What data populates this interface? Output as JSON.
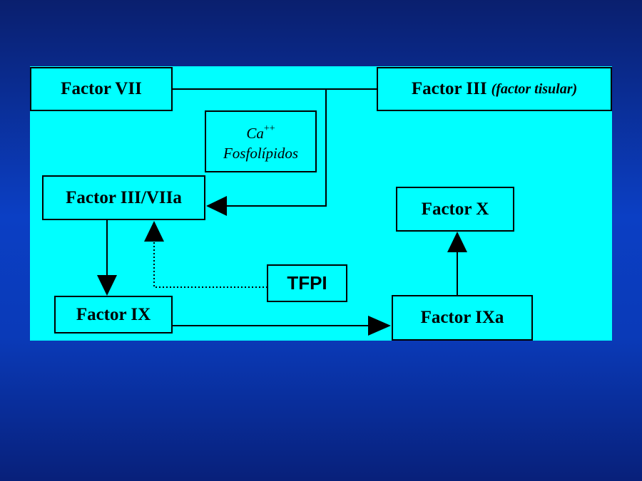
{
  "diagram": {
    "nodes": {
      "factor_vii": {
        "label": "Factor VII"
      },
      "factor_iii": {
        "label": "Factor III",
        "note": "(factor tisular)"
      },
      "cofactors": {
        "line1": "Ca",
        "line1_sup": "++",
        "line2": "Fosfolípidos"
      },
      "factor_iii_viia": {
        "label": "Factor III/VIIa"
      },
      "factor_x": {
        "label": "Factor X"
      },
      "tfpi": {
        "label": "TFPI"
      },
      "factor_ix": {
        "label": "Factor IX"
      },
      "factor_ixa": {
        "label": "Factor IXa"
      }
    },
    "edges": [
      {
        "from": "factor_vii",
        "to": "factor_iii",
        "style": "solid",
        "arrow": false
      },
      {
        "from": "factor_vii_factor_iii_junction",
        "to": "factor_iii_viia",
        "style": "solid",
        "arrow": true
      },
      {
        "from": "factor_iii_viia",
        "to": "factor_ix",
        "style": "solid",
        "arrow": true
      },
      {
        "from": "tfpi",
        "to": "factor_iii_viia",
        "style": "dotted",
        "arrow": true
      },
      {
        "from": "factor_ix",
        "to": "factor_ixa",
        "style": "solid",
        "arrow": true
      },
      {
        "from": "factor_ixa",
        "to": "factor_x",
        "style": "solid",
        "arrow": true
      }
    ],
    "colors": {
      "panel": "#00ffff",
      "stroke": "#000000",
      "background": "#0b3fc4"
    }
  }
}
